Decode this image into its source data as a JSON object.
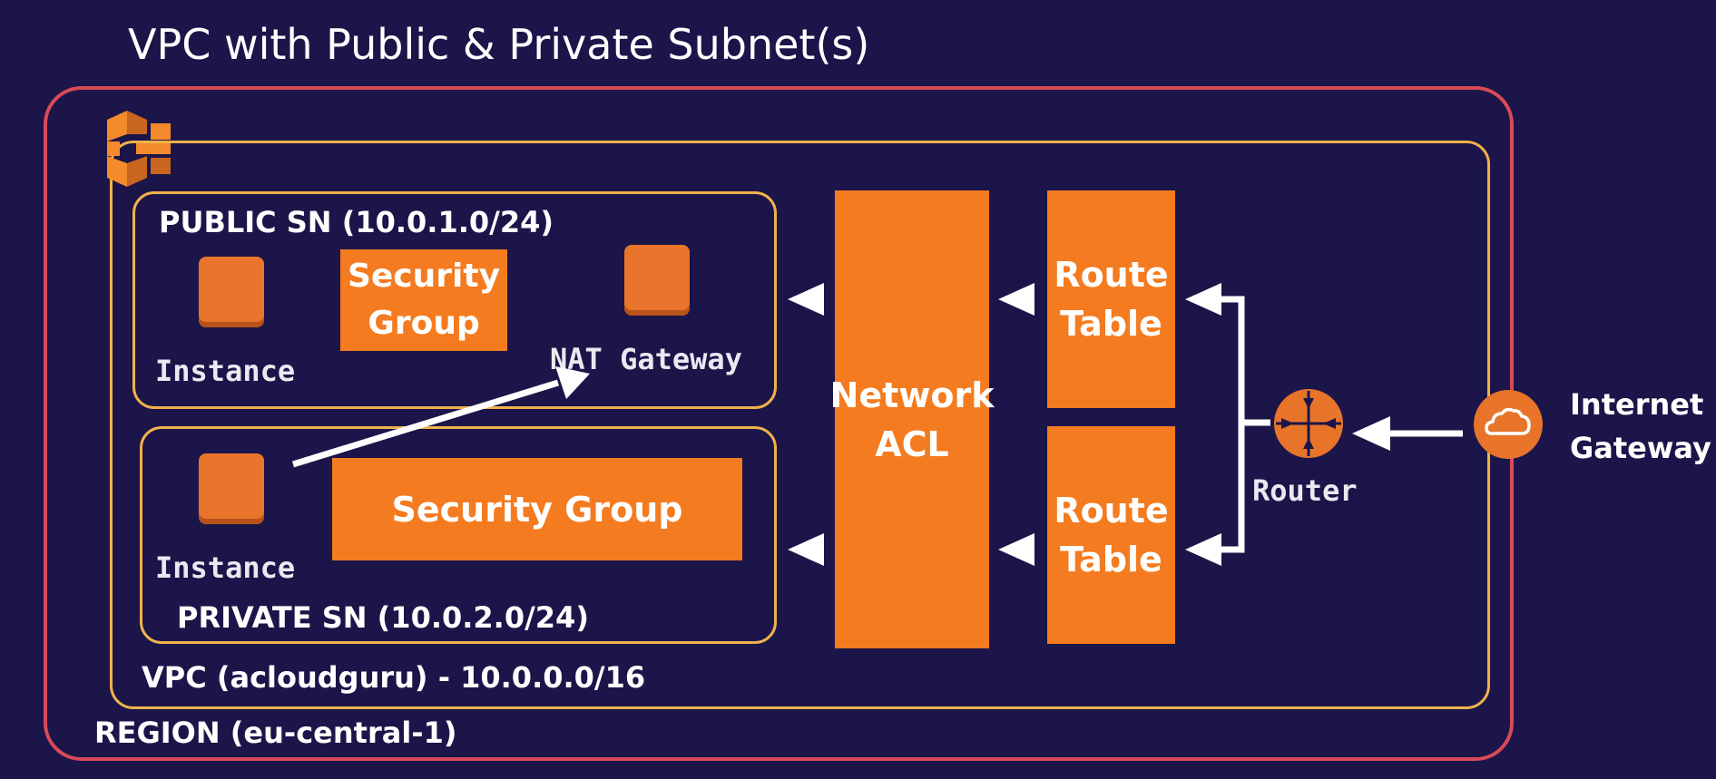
{
  "title": "VPC with Public & Private Subnet(s)",
  "region_label": "REGION (eu-central-1)",
  "vpc_label": "VPC (acloudguru) - 10.0.0.0/16",
  "public_subnet": {
    "label": "PUBLIC SN (10.0.1.0/24)",
    "instance_label": "Instance",
    "security_group_line1": "Security",
    "security_group_line2": "Group",
    "nat_gateway_label": "NAT Gateway"
  },
  "private_subnet": {
    "label": "PRIVATE SN (10.0.2.0/24)",
    "instance_label": "Instance",
    "security_group_label": "Security Group"
  },
  "network_acl": {
    "line1": "Network",
    "line2": "ACL"
  },
  "route_tables": [
    {
      "line1": "Route",
      "line2": "Table"
    },
    {
      "line1": "Route",
      "line2": "Table"
    }
  ],
  "router_label": "Router",
  "internet_gateway": {
    "line1": "Internet",
    "line2": "Gateway"
  },
  "icons": {
    "vpc": "aws-vpc-icon",
    "router": "router-icon",
    "internet_gateway": "cloud-icon",
    "instance": "ec2-instance-icon",
    "nat_gateway": "nat-gateway-icon"
  },
  "colors": {
    "background": "#1b1549",
    "region_border": "#d84a57",
    "vpc_border": "#f0b24a",
    "aws_orange": "#f47b20"
  }
}
